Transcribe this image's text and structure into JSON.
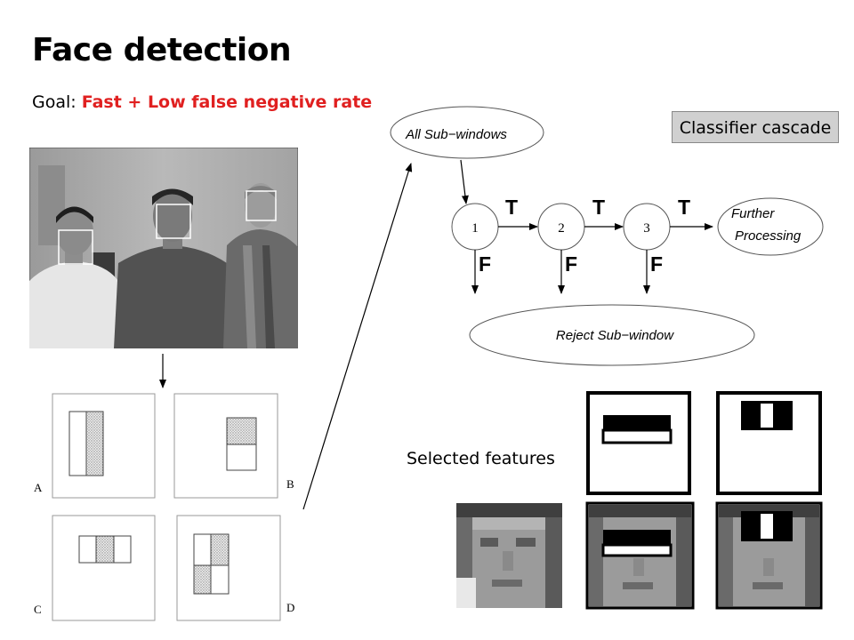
{
  "slide": {
    "title": "Face detection",
    "goal_prefix": "Goal: ",
    "goal_highlight": "Fast + Low false negative rate",
    "badge": "Classifier cascade",
    "selected_features": "Selected features"
  },
  "cascade": {
    "input": "All Sub−windows",
    "stages": [
      "1",
      "2",
      "3"
    ],
    "true_label": "T",
    "false_label": "F",
    "output_line1": "Further",
    "output_line2": "Processing",
    "reject": "Reject Sub−window"
  },
  "features": {
    "labels": [
      "A",
      "B",
      "C",
      "D"
    ]
  },
  "colors": {
    "highlight": "#e02020",
    "badge_bg": "#d0d0d0"
  }
}
